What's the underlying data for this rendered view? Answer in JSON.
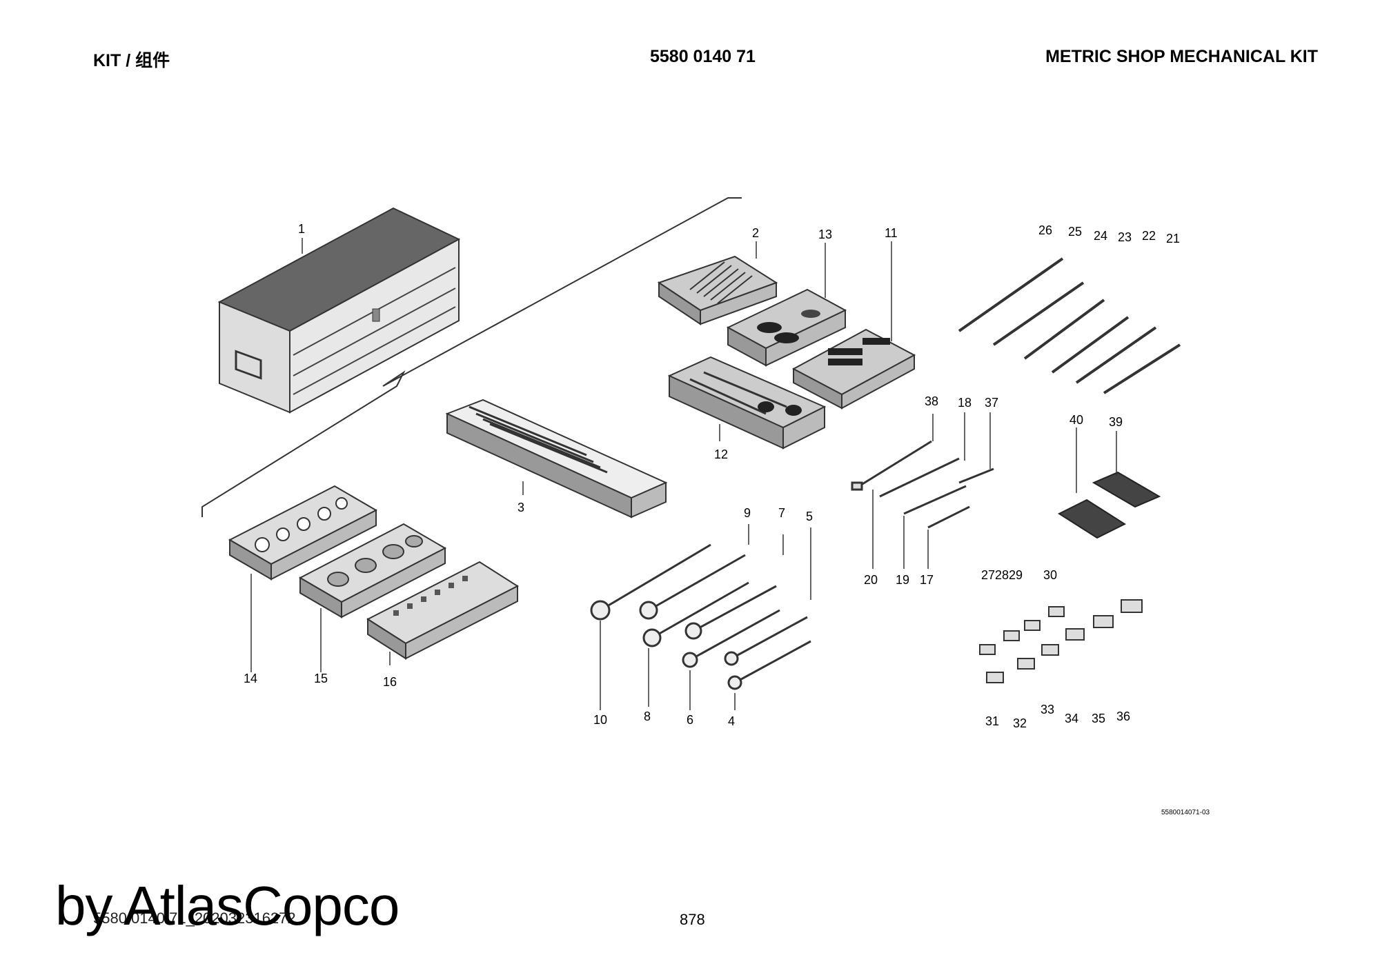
{
  "header": {
    "left": "KIT / 组件",
    "center": "5580 0140 71",
    "right": "METRIC SHOP MECHANICAL KIT"
  },
  "callouts": [
    "1",
    "2",
    "3",
    "4",
    "5",
    "6",
    "7",
    "8",
    "9",
    "10",
    "11",
    "12",
    "13",
    "14",
    "15",
    "16",
    "17",
    "18",
    "19",
    "20",
    "21",
    "22",
    "23",
    "24",
    "25",
    "26",
    "272829",
    "30",
    "31",
    "32",
    "33",
    "34",
    "35",
    "36",
    "37",
    "38",
    "39",
    "40"
  ],
  "figure_id": "5580014071-03",
  "page_number": "878",
  "footer_file": "5580 0140 71_202032316272",
  "watermark": "by AtlasCopco"
}
